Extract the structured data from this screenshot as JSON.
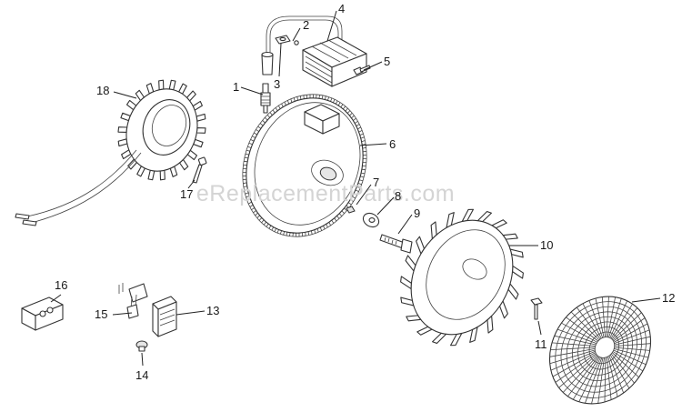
{
  "diagram": {
    "watermark": "eReplacementParts.com",
    "callouts": [
      {
        "id": "1",
        "label": "1"
      },
      {
        "id": "2",
        "label": "2"
      },
      {
        "id": "3",
        "label": "3"
      },
      {
        "id": "4",
        "label": "4"
      },
      {
        "id": "5",
        "label": "5"
      },
      {
        "id": "6",
        "label": "6"
      },
      {
        "id": "7",
        "label": "7"
      },
      {
        "id": "8",
        "label": "8"
      },
      {
        "id": "9",
        "label": "9"
      },
      {
        "id": "10",
        "label": "10"
      },
      {
        "id": "11",
        "label": "11"
      },
      {
        "id": "12",
        "label": "12"
      },
      {
        "id": "13",
        "label": "13"
      },
      {
        "id": "14",
        "label": "14"
      },
      {
        "id": "15",
        "label": "15"
      },
      {
        "id": "16",
        "label": "16"
      },
      {
        "id": "17",
        "label": "17"
      },
      {
        "id": "18",
        "label": "18"
      }
    ],
    "colors": {
      "line": "#222222",
      "watermark": "#d4d4d4",
      "background": "#ffffff"
    }
  }
}
